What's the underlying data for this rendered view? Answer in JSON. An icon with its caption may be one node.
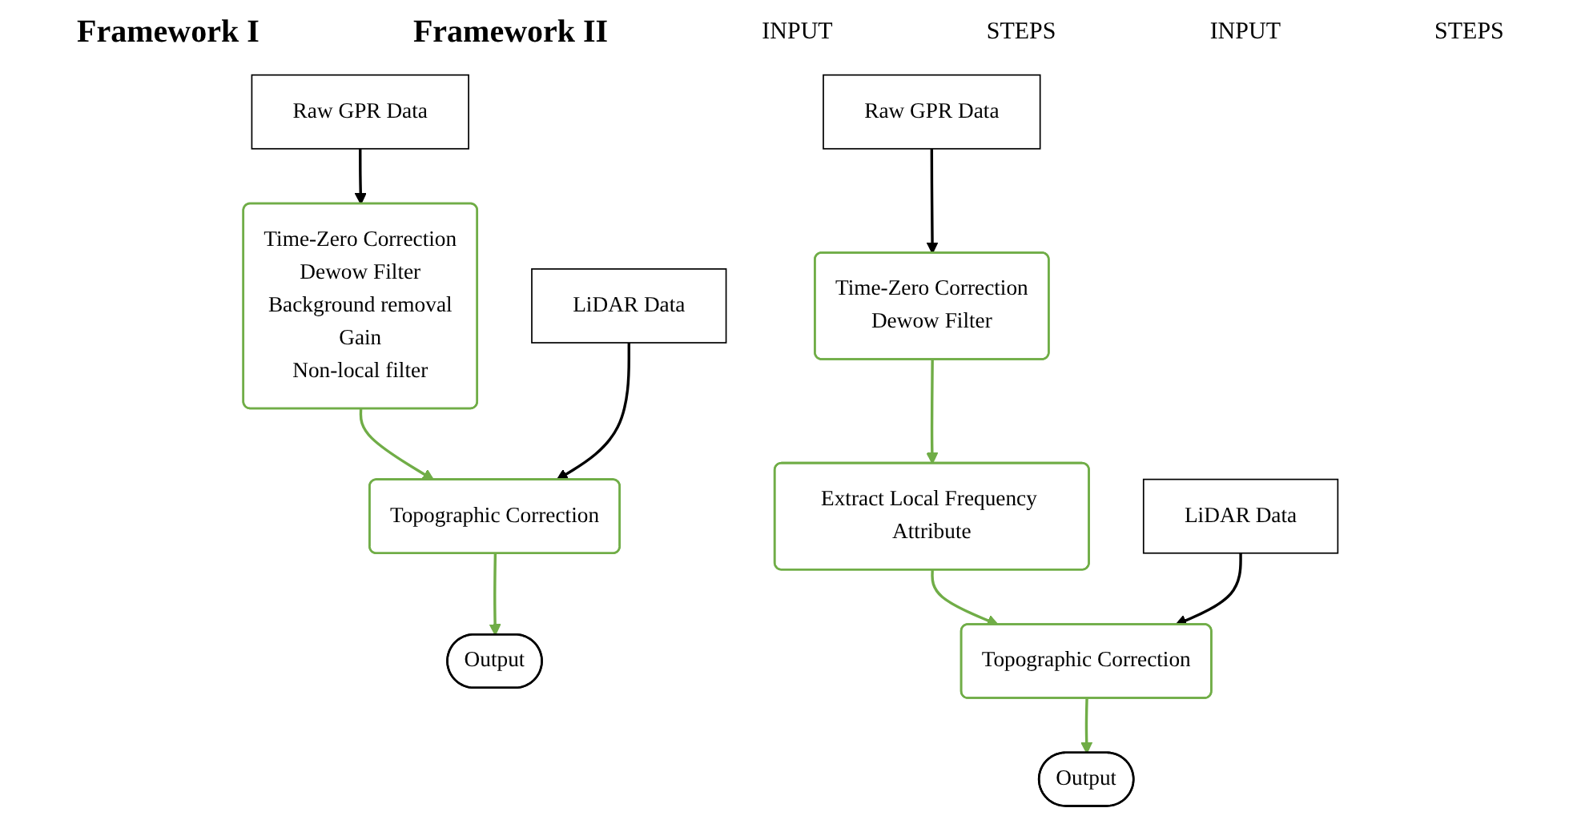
{
  "diagram": {
    "nodes": [
      {
        "text": [
          "Raw GPR Data"
        ]
      },
      {
        "text": [
          "Time-Zero Correction",
          "Dewow Filter",
          "Background removal",
          "Gain",
          "Non-local filter"
        ]
      },
      {
        "text": [
          "LiDAR Data"
        ]
      },
      {
        "text": [
          "Topographic Correction"
        ]
      },
      {
        "text": [
          "Output"
        ]
      },
      {
        "text": [
          "Raw GPR Data"
        ]
      },
      {
        "text": [
          "Time-Zero Correction",
          "Dewow Filter"
        ]
      },
      {
        "text": [
          "Extract Local Frequency Attribute"
        ]
      },
      {
        "text": [
          "LiDAR Data"
        ]
      },
      {
        "text": [
          "Topographic Correction"
        ]
      },
      {
        "text": [
          "Output"
        ]
      }
    ],
    "edges": [
      {
        "from": 0,
        "to": 1,
        "arrow": "to",
        "color": "#000000"
      },
      {
        "from": 1,
        "to": 3,
        "arrow": "to"
      },
      {
        "from": 2,
        "to": 3,
        "arrow": "to",
        "color": "#000000"
      },
      {
        "from": 3,
        "to": 4,
        "arrow": "to"
      },
      {
        "from": 5,
        "to": 6,
        "arrow": "to",
        "color": "#000000"
      },
      {
        "from": 6,
        "to": 7,
        "arrow": "to"
      },
      {
        "from": 7,
        "to": 9,
        "arrow": "to"
      },
      {
        "from": 8,
        "to": 9,
        "arrow": "to",
        "color": "#000000"
      },
      {
        "from": 9,
        "to": 10,
        "arrow": "to"
      }
    ],
    "labels": [
      "Framework I",
      "Framework II",
      "INPUT",
      "STEPS",
      "INPUT",
      "STEPS"
    ]
  }
}
